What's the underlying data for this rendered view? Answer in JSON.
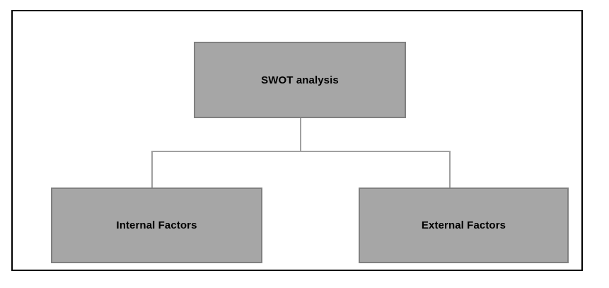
{
  "diagram": {
    "type": "hierarchy-tree",
    "title": "SWOT analysis",
    "frame_color": "#000000",
    "node_fill": "#A6A6A6",
    "node_border": "#808080",
    "connector_color": "#A0A0A0",
    "text_color": "#000000",
    "nodes": [
      {
        "id": "root",
        "label": "SWOT analysis",
        "level": 0,
        "parent": null
      },
      {
        "id": "internal",
        "label": "Internal Factors",
        "level": 1,
        "parent": "root"
      },
      {
        "id": "external",
        "label": "External Factors",
        "level": 1,
        "parent": "root"
      }
    ],
    "edges": [
      {
        "from": "root",
        "to": "internal"
      },
      {
        "from": "root",
        "to": "external"
      }
    ]
  }
}
